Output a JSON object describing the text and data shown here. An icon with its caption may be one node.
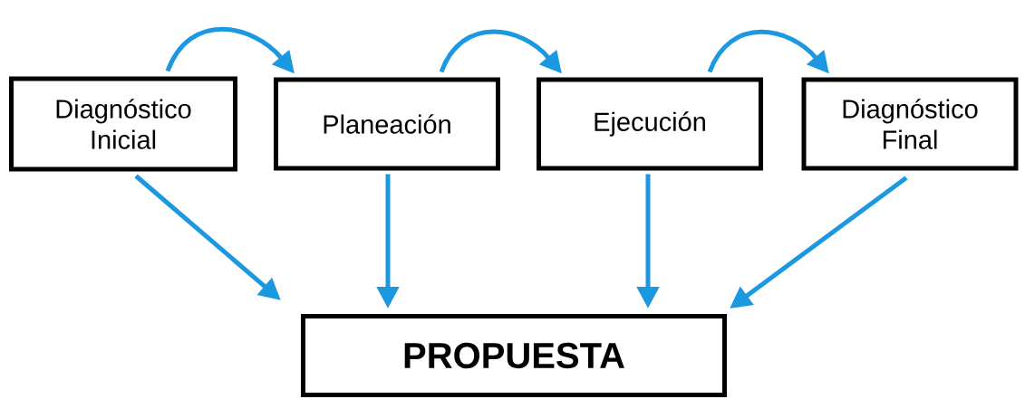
{
  "diagram": {
    "nodes": [
      {
        "text": [
          "Diagnóstico Inicial"
        ]
      },
      {
        "text": [
          "Planeación"
        ]
      },
      {
        "text": [
          "Ejecución"
        ]
      },
      {
        "text": [
          "Diagnóstico Final"
        ]
      },
      {
        "text": [
          "PROPUESTA"
        ]
      }
    ],
    "edges": [
      {
        "from": 0,
        "to": 1,
        "arrow": "to"
      },
      {
        "from": 1,
        "to": 2,
        "arrow": "to"
      },
      {
        "from": 2,
        "to": 3,
        "arrow": "to"
      },
      {
        "from": 0,
        "to": 4,
        "arrow": "to"
      },
      {
        "from": 1,
        "to": 4,
        "arrow": "to"
      },
      {
        "from": 2,
        "to": 4,
        "arrow": "to"
      },
      {
        "from": 3,
        "to": 4,
        "arrow": "to"
      }
    ]
  }
}
